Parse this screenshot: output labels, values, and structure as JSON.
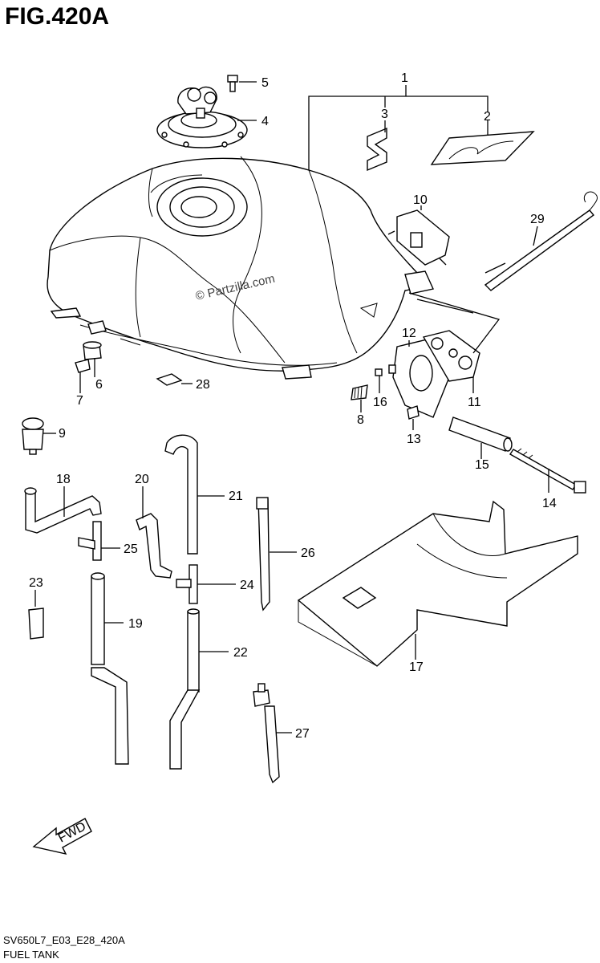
{
  "figure": {
    "title": "FIG.420A",
    "code": "SV650L7_E03_E28_420A",
    "name": "FUEL TANK",
    "watermark": "© Partzilla.com",
    "fwd_label": "FWD"
  },
  "callouts": {
    "c1": "1",
    "c2": "2",
    "c3": "3",
    "c4": "4",
    "c5": "5",
    "c6": "6",
    "c7": "7",
    "c8": "8",
    "c9": "9",
    "c10": "10",
    "c11": "11",
    "c12": "12",
    "c13": "13",
    "c14": "14",
    "c15": "15",
    "c16": "16",
    "c17": "17",
    "c18": "18",
    "c19": "19",
    "c20": "20",
    "c21": "21",
    "c22": "22",
    "c23": "23",
    "c24": "24",
    "c25": "25",
    "c26": "26",
    "c27": "27",
    "c28": "28",
    "c29": "29"
  }
}
